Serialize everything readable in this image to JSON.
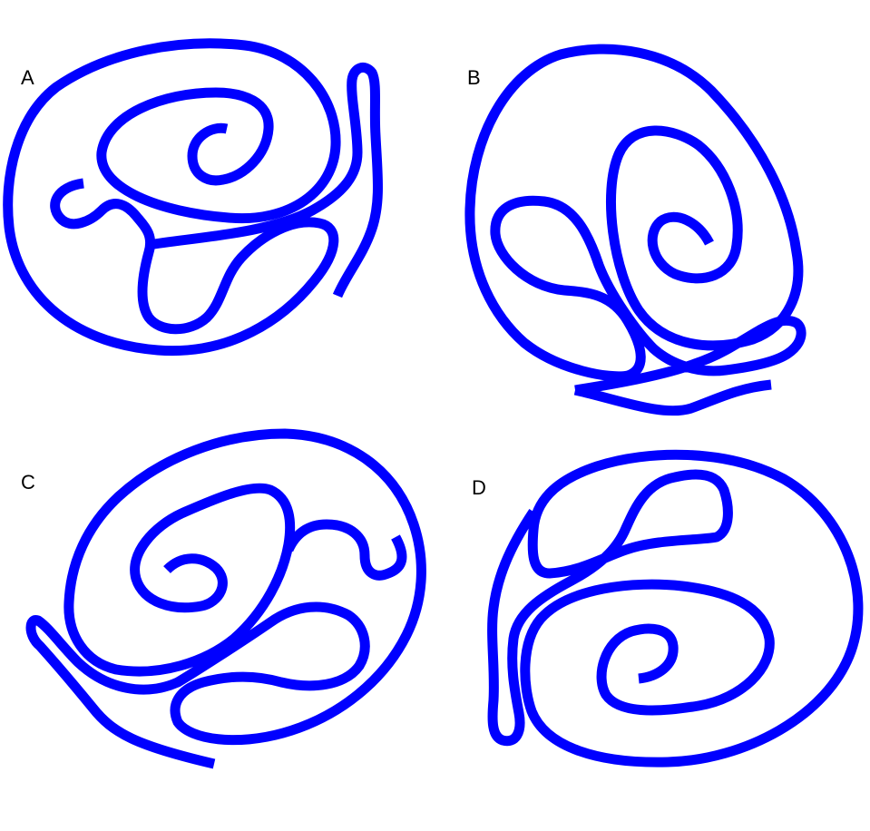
{
  "figure": {
    "stroke_color": "#0000ff",
    "background": "#ffffff",
    "panels": [
      {
        "label": "A"
      },
      {
        "label": "B"
      },
      {
        "label": "C"
      },
      {
        "label": "D"
      }
    ]
  }
}
